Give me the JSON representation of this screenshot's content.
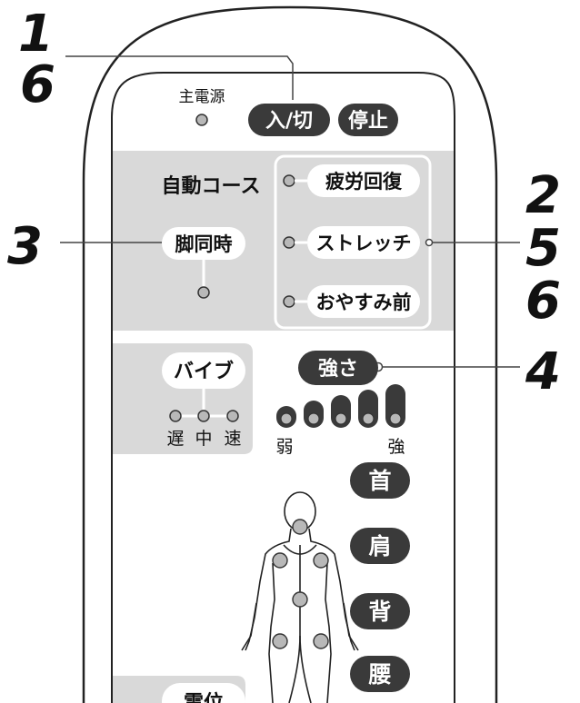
{
  "callouts": {
    "left_top_1": "1",
    "left_top_6": "6",
    "left_mid_3": "3",
    "right_2": "2",
    "right_5": "5",
    "right_6": "6",
    "right_4": "4"
  },
  "power": {
    "main_power_label": "主電源",
    "on_off_label": "入/切",
    "stop_label": "停止"
  },
  "auto_course": {
    "title": "自動コース",
    "leg_sync_label": "脚同時",
    "courses": [
      "疲労回復",
      "ストレッチ",
      "おやすみ前"
    ]
  },
  "vibration": {
    "title": "バイブ",
    "speeds": [
      "遅",
      "中",
      "速"
    ]
  },
  "strength": {
    "title": "強さ",
    "weak_label": "弱",
    "strong_label": "強",
    "levels": 5
  },
  "body_parts": [
    "首",
    "肩",
    "背",
    "腰"
  ],
  "bottom_partial_label": "電位",
  "colors": {
    "dark_button": "#3a3a3a",
    "light_panel": "#d9d9d9",
    "indicator": "#b8b8b8",
    "outline": "#222222"
  }
}
